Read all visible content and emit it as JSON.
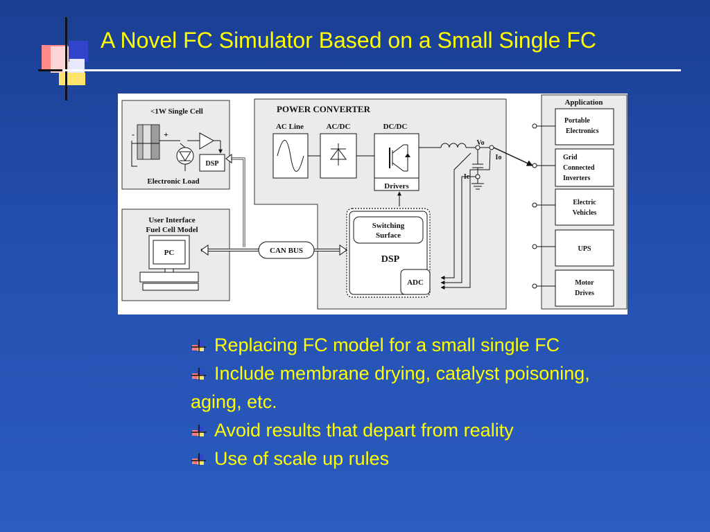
{
  "slide": {
    "title": "A Novel FC Simulator Based on a Small Single FC",
    "bullets": [
      "Replacing FC model for a small single FC",
      "Include membrane drying, catalyst poisoning, aging, etc.",
      "Avoid results that depart from reality",
      "Use of scale up rules"
    ]
  },
  "diagram": {
    "cell_box": {
      "title": "<1W Single Cell",
      "minus": "-",
      "plus": "+",
      "dsp": "DSP",
      "load": "Electronic Load"
    },
    "ui_box": {
      "line1": "User Interface",
      "line2": "Fuel Cell Model",
      "pc": "PC"
    },
    "can_bus": "CAN BUS",
    "converter": {
      "title": "POWER CONVERTER",
      "ac_line": "AC Line",
      "ac_dc": "AC/DC",
      "dc_dc": "DC/DC",
      "drivers": "Drivers",
      "vo": "Vo",
      "io": "Io",
      "ic": "Ic"
    },
    "dsp_block": {
      "switching_line1": "Switching",
      "switching_line2": "Surface",
      "label": "DSP",
      "adc": "ADC"
    },
    "application": {
      "title": "Application",
      "items": [
        [
          "Portable",
          "Electronics"
        ],
        [
          "Grid",
          "Connected",
          "Inverters"
        ],
        [
          "Electric",
          "Vehicles"
        ],
        [
          "UPS"
        ],
        [
          "Motor",
          "Drives"
        ]
      ]
    }
  },
  "colors": {
    "title": "#ffff00",
    "bullet_text": "#ffff00",
    "background_top": "#1a3f93",
    "background_bottom": "#2b5cc0",
    "diagram_panel": "#ffffff",
    "diagram_box": "#ebebeb"
  },
  "icons": {
    "bullet": "stacked-squares-bullet-icon",
    "decoration": "overlapping-squares-logo"
  }
}
